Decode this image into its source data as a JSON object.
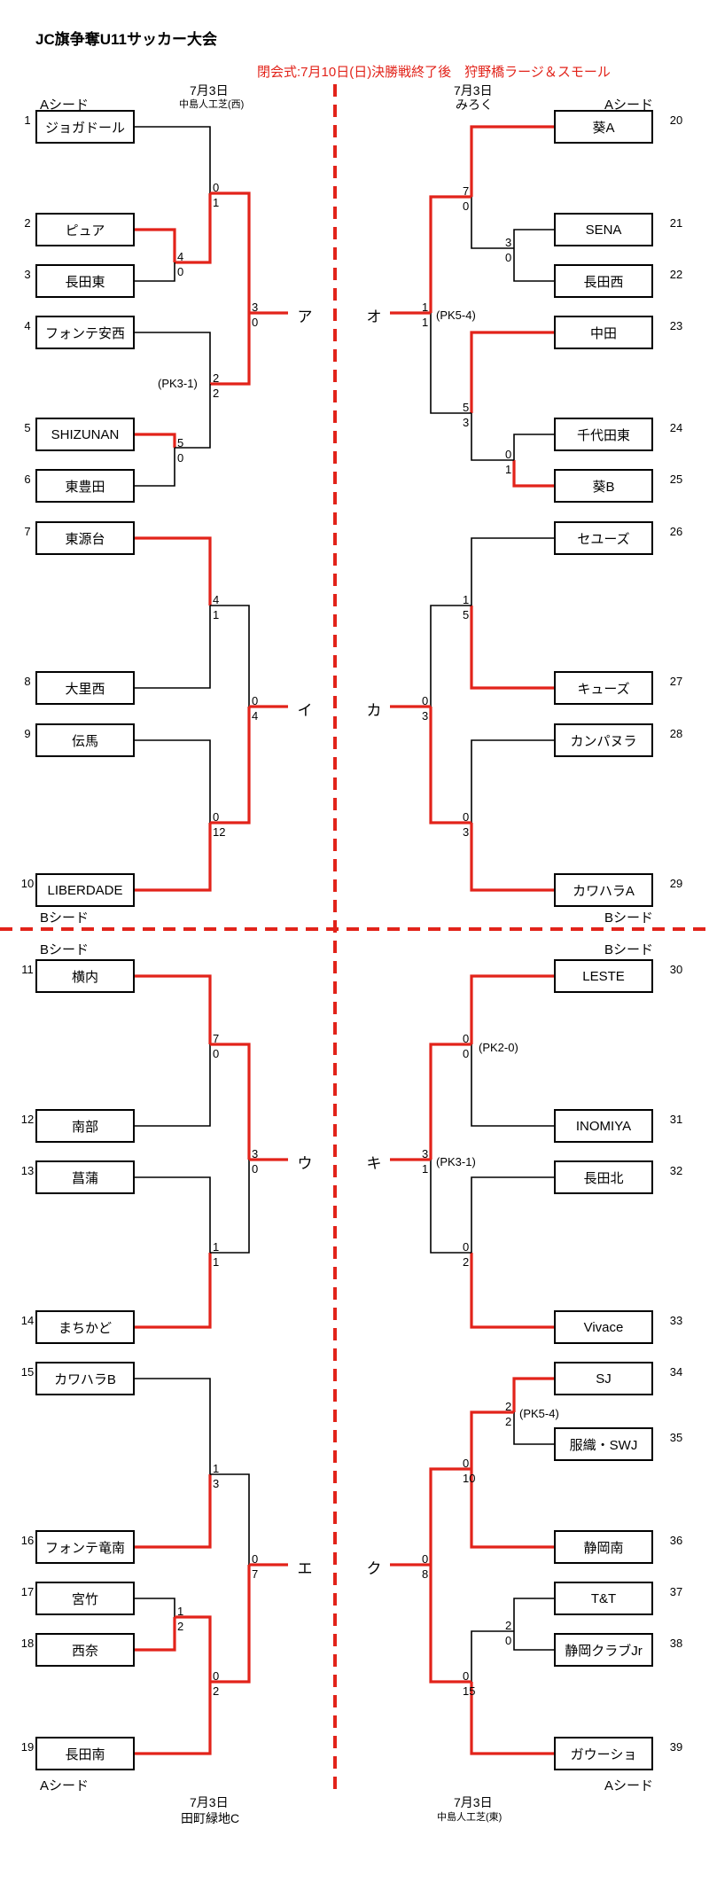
{
  "title": "JC旗争奪U11サッカー大会",
  "notice": "閉会式:7月10日(日)決勝戦終了後　狩野橋ラージ＆スモール",
  "venues": {
    "tl_date": "7月3日",
    "tl_place": "中島人工芝(西)",
    "tr_date": "7月3日",
    "tr_place": "みろく",
    "bl_date": "7月3日",
    "bl_place": "田町緑地C",
    "br_date": "7月3日",
    "br_place": "中島人工芝(東)"
  },
  "seeds": {
    "a": "Aシード",
    "b": "Bシード"
  },
  "teams": [
    {
      "no": "1",
      "name": "ジョガドール"
    },
    {
      "no": "2",
      "name": "ピュア"
    },
    {
      "no": "3",
      "name": "長田東"
    },
    {
      "no": "4",
      "name": "フォンテ安西"
    },
    {
      "no": "5",
      "name": "SHIZUNAN"
    },
    {
      "no": "6",
      "name": "東豊田"
    },
    {
      "no": "7",
      "name": "東源台"
    },
    {
      "no": "8",
      "name": "大里西"
    },
    {
      "no": "9",
      "name": "伝馬"
    },
    {
      "no": "10",
      "name": "LIBERDADE"
    },
    {
      "no": "11",
      "name": "横内"
    },
    {
      "no": "12",
      "name": "南部"
    },
    {
      "no": "13",
      "name": "菖蒲"
    },
    {
      "no": "14",
      "name": "まちかど"
    },
    {
      "no": "15",
      "name": "カワハラB"
    },
    {
      "no": "16",
      "name": "フォンテ竜南"
    },
    {
      "no": "17",
      "name": "宮竹"
    },
    {
      "no": "18",
      "name": "西奈"
    },
    {
      "no": "19",
      "name": "長田南"
    },
    {
      "no": "20",
      "name": "葵A"
    },
    {
      "no": "21",
      "name": "SENA"
    },
    {
      "no": "22",
      "name": "長田西"
    },
    {
      "no": "23",
      "name": "中田"
    },
    {
      "no": "24",
      "name": "千代田東"
    },
    {
      "no": "25",
      "name": "葵B"
    },
    {
      "no": "26",
      "name": "セユーズ"
    },
    {
      "no": "27",
      "name": "キューズ"
    },
    {
      "no": "28",
      "name": "カンパヌラ"
    },
    {
      "no": "29",
      "name": "カワハラA"
    },
    {
      "no": "30",
      "name": "LESTE"
    },
    {
      "no": "31",
      "name": "INOMIYA"
    },
    {
      "no": "32",
      "name": "長田北"
    },
    {
      "no": "33",
      "name": "Vivace"
    },
    {
      "no": "34",
      "name": "SJ"
    },
    {
      "no": "35",
      "name": "服織・SWJ"
    },
    {
      "no": "36",
      "name": "静岡南"
    },
    {
      "no": "37",
      "name": "T&T"
    },
    {
      "no": "38",
      "name": "静岡クラブJr"
    },
    {
      "no": "39",
      "name": "ガウーショ"
    }
  ],
  "blocks": [
    "ア",
    "イ",
    "ウ",
    "エ",
    "オ",
    "カ",
    "キ",
    "ク"
  ],
  "scores": [
    "0",
    "1",
    "4",
    "0",
    "2",
    "2",
    "5",
    "0",
    "3",
    "0",
    "4",
    "1",
    "0",
    "12",
    "0",
    "4",
    "7",
    "0",
    "3",
    "0",
    "7",
    "0",
    "3",
    "0",
    "0",
    "1",
    "5",
    "3",
    "1",
    "1",
    "1",
    "5",
    "0",
    "3",
    "0",
    "3",
    "0",
    "0",
    "0",
    "2",
    "1",
    "1",
    "1",
    "3",
    "1",
    "2",
    "0",
    "2",
    "0",
    "7",
    "2",
    "2",
    "0",
    "10",
    "2",
    "0",
    "0",
    "15",
    "0",
    "8"
  ],
  "pk": [
    "(PK3-1)",
    "(PK5-4)",
    "(PK2-0)",
    "(PK3-1)",
    "(PK5-4)"
  ]
}
